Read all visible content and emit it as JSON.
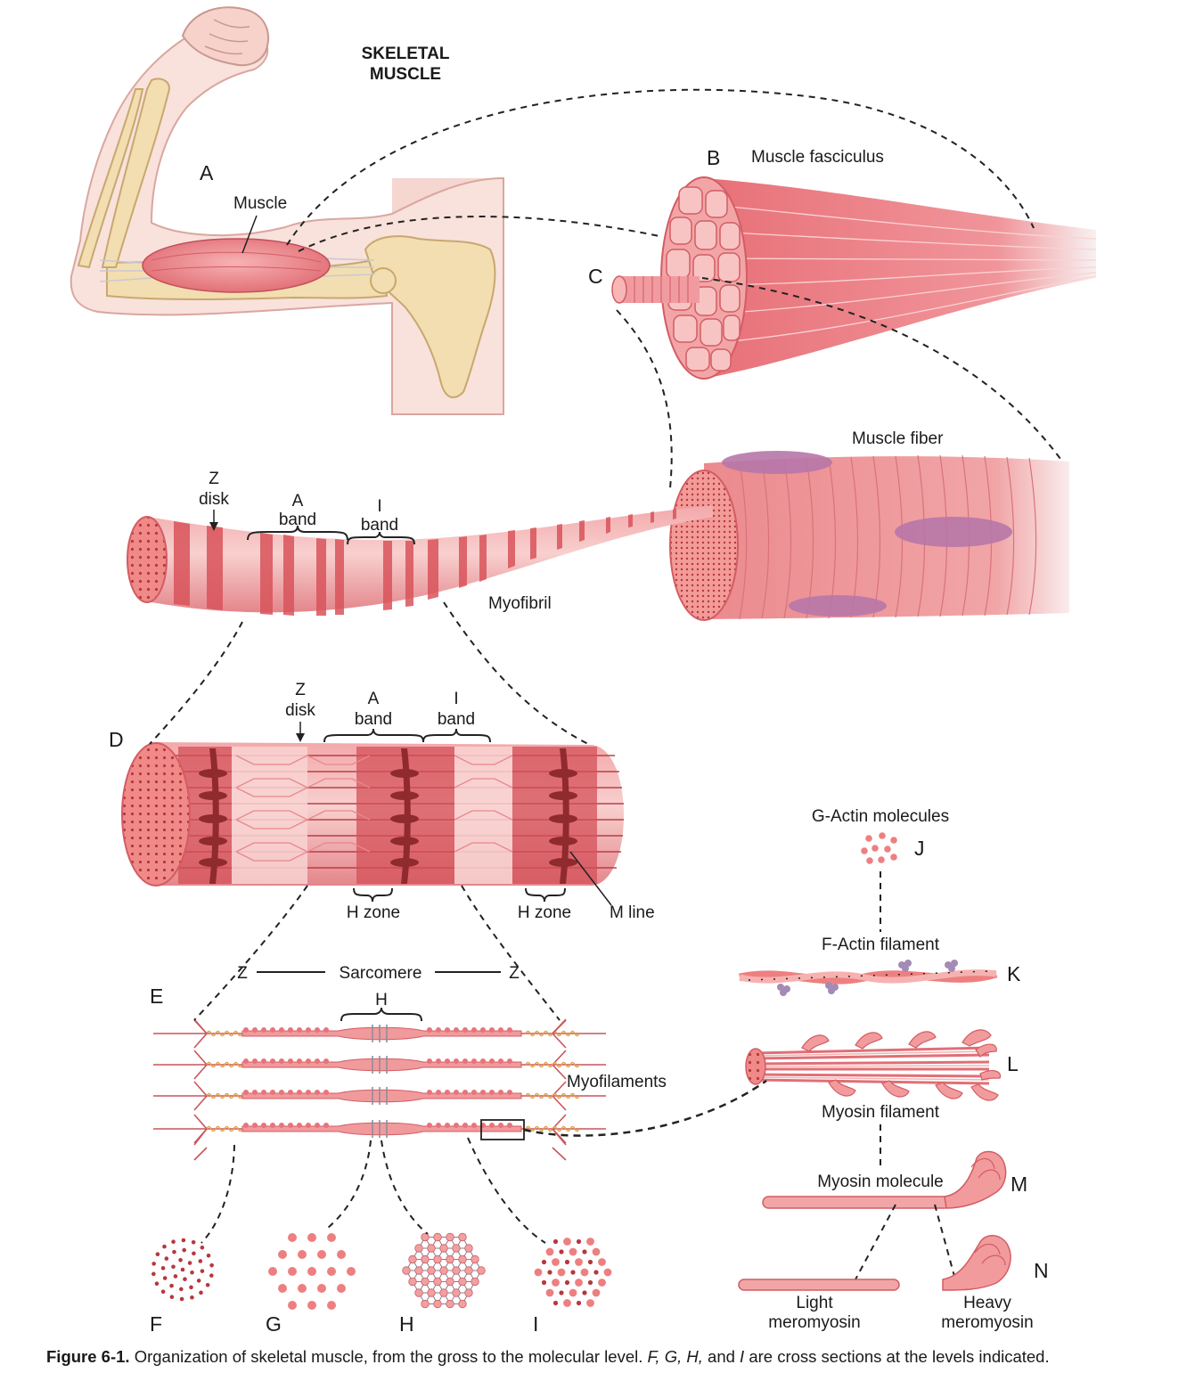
{
  "title_line1": "SKELETAL",
  "title_line2": "MUSCLE",
  "panels": {
    "A": "A",
    "B": "B",
    "C": "C",
    "D": "D",
    "E": "E",
    "F": "F",
    "G": "G",
    "H": "H",
    "I": "I",
    "J": "J",
    "K": "K",
    "L": "L",
    "M": "M",
    "N": "N"
  },
  "labels": {
    "muscle": "Muscle",
    "muscle_fasciculus": "Muscle fasciculus",
    "muscle_fiber": "Muscle fiber",
    "myofibril": "Myofibril",
    "z": "Z",
    "disk": "disk",
    "a": "A",
    "i": "I",
    "band": "band",
    "h_zone": "H zone",
    "m_line": "M line",
    "sarcomere": "Sarcomere",
    "h": "H",
    "myofilaments": "Myofilaments",
    "g_actin": "G-Actin molecules",
    "f_actin": "F-Actin filament",
    "myosin_filament": "Myosin filament",
    "myosin_molecule": "Myosin molecule",
    "light": "Light",
    "heavy": "Heavy",
    "meromyosin": "meromyosin"
  },
  "caption": {
    "figure": "Figure 6-1.",
    "text1": " Organization of skeletal muscle, from the gross to the molecular level. ",
    "letters": "F, G, H,",
    "text2": " and ",
    "letter_i": "I",
    "text3": " are cross sections at the levels indicated."
  },
  "colors": {
    "muscle": "#e8737a",
    "muscle_light": "#f6c5c3",
    "bone": "#f3deb1",
    "skin": "#f9e1dc",
    "nucleus": "#b777a8",
    "dark_band": "#c84a4f"
  }
}
